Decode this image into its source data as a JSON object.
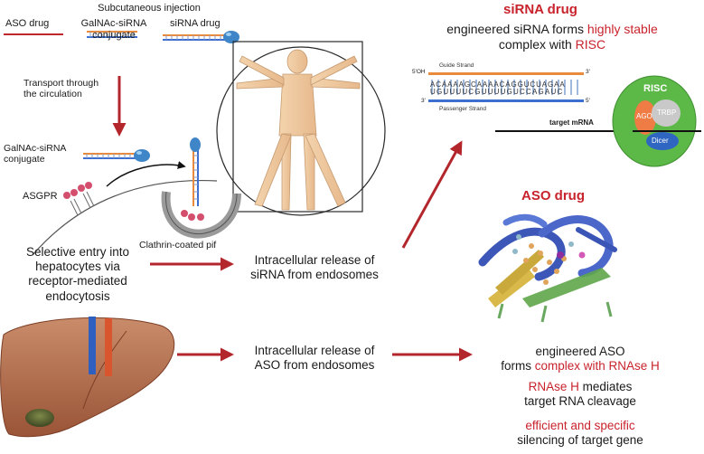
{
  "labels": {
    "subcutaneous": "Subcutaneous injection",
    "aso_drug_small": "ASO drug",
    "galnac_conj_1": "GalNAc-siRNA",
    "galnac_conj_2": "conjugate",
    "sirna_drug_small": "siRNA drug",
    "transport_1": "Transport through",
    "transport_2": "the circulation",
    "galnac_conj2_1": "GalNAc-siRNA",
    "galnac_conj2_2": "conjugate",
    "asgpr": "ASGPR",
    "clathrin": "Clathrin-coated pif",
    "selective_1": "Selective entry into",
    "selective_2": "hepatocytes via",
    "selective_3": "receptor-mediated",
    "selective_4": "endocytosis",
    "intra_sirna_1": "Intracellular release of",
    "intra_sirna_2": "siRNA from endosomes",
    "intra_aso_1": "Intracellular release of",
    "intra_aso_2": "ASO from endosomes",
    "sirna_header": "siRNA drug",
    "sirna_desc_a": "engineered siRNA forms ",
    "sirna_desc_b": "highly stable",
    "sirna_desc_c": "complex with ",
    "sirna_desc_d": "RISC",
    "guide_strand": "Guide Strand",
    "passenger_strand": "Passenger Strand",
    "five_oh": "5'OH",
    "three_prime_top": "3'",
    "three_prime_bottom": "3'",
    "five_prime_bottom": "5'",
    "seq_top": "ACAAAAGCAAAACAGGUCUAGAA",
    "seq_bottom": "UGUUUUCGUUUUGUCCAGAUC",
    "target_mrna": "target mRNA",
    "risc": "RISC",
    "ago": "AGO",
    "trbp": "TRBP",
    "dicer": "Dicer",
    "aso_header": "ASO drug",
    "aso_desc1_a": "engineered ASO",
    "aso_desc1_b": "forms ",
    "aso_desc1_c": "complex with RNAse H",
    "aso_desc2_a": "RNAse H",
    "aso_desc2_b": " mediates",
    "aso_desc2_c": "target RNA cleavage",
    "aso_desc3_a": "efficient and specific",
    "aso_desc3_b": "silencing of target gene"
  },
  "colors": {
    "arrow": "#b3262c",
    "accent_text": "#c8232c",
    "risc_outer": "#5cb947",
    "ago": "#f07c45",
    "dicer": "#2f66c2",
    "trbp": "#c9c9c9",
    "strand_orange": "#e98a3c",
    "strand_blue": "#3d6fd1"
  }
}
